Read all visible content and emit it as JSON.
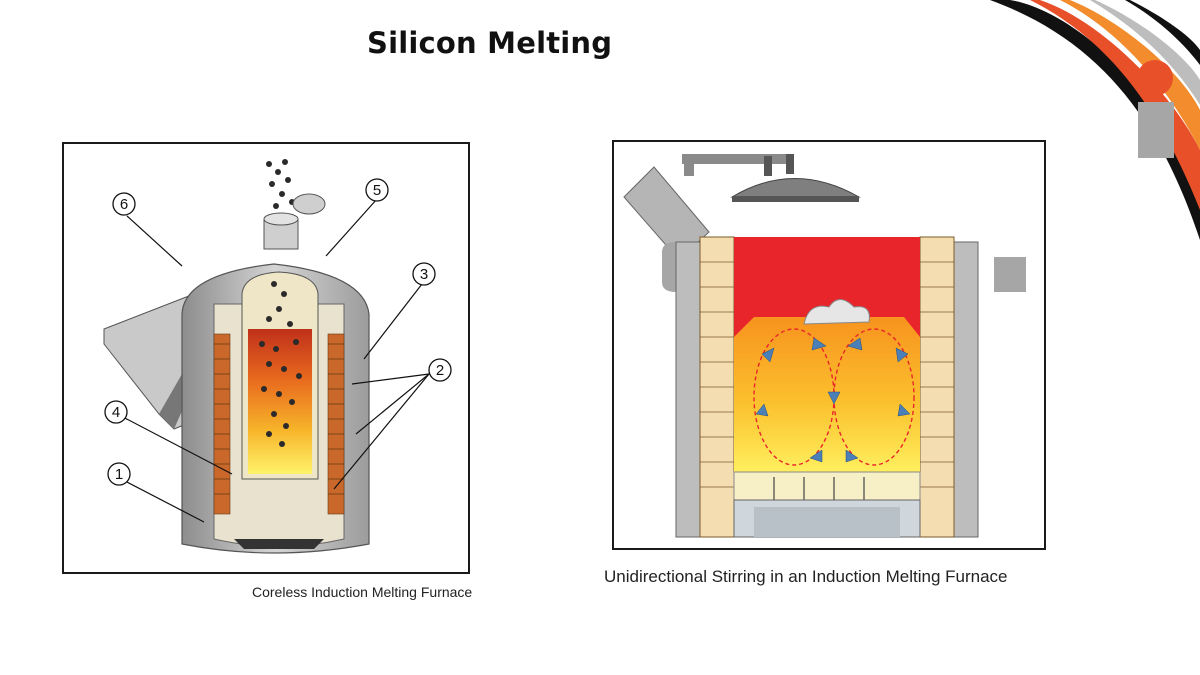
{
  "slide": {
    "title": "Silicon Melting"
  },
  "left_figure": {
    "caption": "Coreless Induction Melting Furnace",
    "callouts": [
      "1",
      "2",
      "3",
      "4",
      "5",
      "6"
    ]
  },
  "right_figure": {
    "caption": "Unidirectional Stirring in an Induction Melting Furnace"
  },
  "colors": {
    "logo_orange": "#e8502a",
    "logo_grey": "#9a9a9a",
    "logo_black": "#111111",
    "melt_red": "#e8252a",
    "melt_orange": "#f7931e",
    "melt_yellow": "#ffe94d",
    "stir_arrow": "#4a7fb8"
  }
}
